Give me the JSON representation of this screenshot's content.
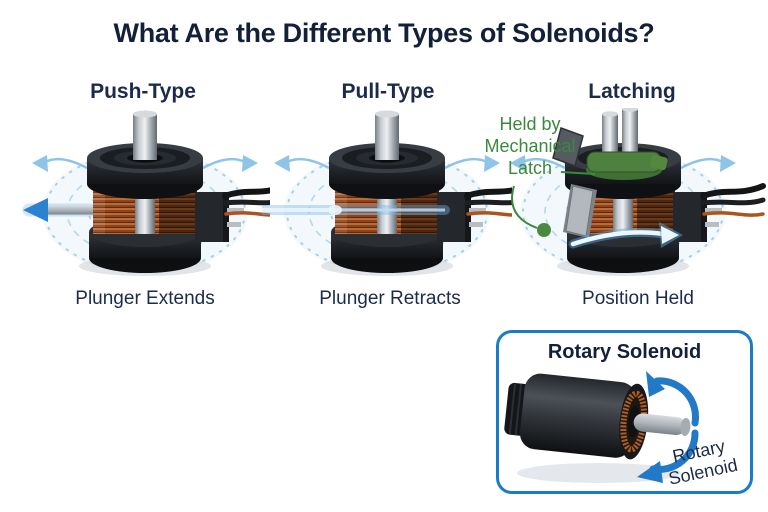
{
  "title": "What Are the Different Types of Solenoids?",
  "sections": {
    "push": {
      "heading": "Push-Type",
      "caption": "Plunger Extends"
    },
    "pull": {
      "heading": "Pull-Type",
      "caption": "Plunger Retracts"
    },
    "latching": {
      "heading": "Latching",
      "caption": "Position Held",
      "annotation": {
        "line1": "Held by",
        "line2": "Mechanical",
        "line3": "Latch"
      }
    }
  },
  "rotary": {
    "title": "Rotary Solenoid",
    "label_line1": "Rotary",
    "label_line2": "Solenoid"
  },
  "colors": {
    "title_text": "#13203a",
    "heading_text": "#1d2b4a",
    "caption_text": "#1d2b4a",
    "annotation_green": "#3a8a3c",
    "latch_green_part": "#4e813f",
    "direction_arrow_blue": "#2b83cf",
    "rotation_arrow_blue": "#2179c8",
    "panel_border_blue": "#1a7cc9",
    "field_line_blue": "#9fcae6",
    "coil_copper": "#b05c28"
  },
  "icons": {
    "push_direction_arrow": "left-arrow",
    "pull_direction_beam": "right-beam",
    "latch_hold_arrow": "curved-right-arrow",
    "rotation_arrows": "counterclockwise-arcs",
    "latch_pointer": "green-line-and-dot"
  }
}
